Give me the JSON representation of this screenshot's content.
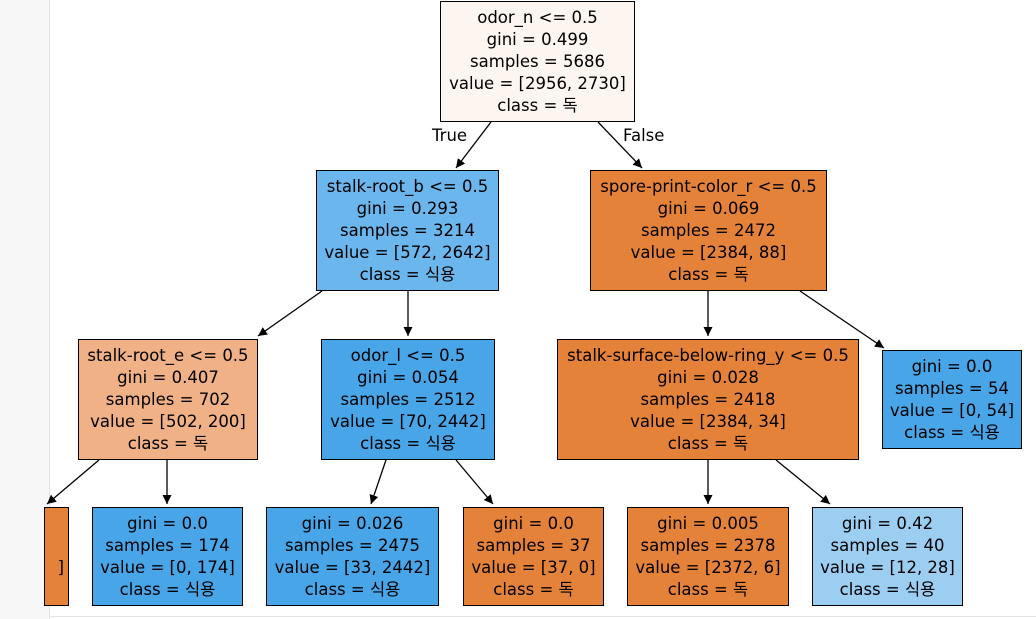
{
  "colors": {
    "strip": "#f7f7f7",
    "orange_dark": "#e5823a",
    "orange_light": "#efb185",
    "orange_pale": "#fdf5ef",
    "blue_dark": "#48a5e7",
    "blue_mid": "#6bb6ec",
    "blue_light": "#9ccef2"
  },
  "edges": {
    "true_label": "True",
    "false_label": "False"
  },
  "tree": {
    "root": {
      "split": "odor_n <= 0.5",
      "gini": "gini = 0.499",
      "samples": "samples = 5686",
      "value": "value = [2956, 2730]",
      "class": "class = 독"
    },
    "n1": {
      "split": "stalk-root_b <= 0.5",
      "gini": "gini = 0.293",
      "samples": "samples = 3214",
      "value": "value = [572, 2642]",
      "class": "class = 식용"
    },
    "n2": {
      "split": "spore-print-color_r <= 0.5",
      "gini": "gini = 0.069",
      "samples": "samples = 2472",
      "value": "value = [2384, 88]",
      "class": "class = 독"
    },
    "n3": {
      "split": "stalk-root_e <= 0.5",
      "gini": "gini = 0.407",
      "samples": "samples = 702",
      "value": "value = [502, 200]",
      "class": "class = 독"
    },
    "n4": {
      "split": "odor_l <= 0.5",
      "gini": "gini = 0.054",
      "samples": "samples = 2512",
      "value": "value = [70, 2442]",
      "class": "class = 식용"
    },
    "n5": {
      "split": "stalk-surface-below-ring_y <= 0.5",
      "gini": "gini = 0.028",
      "samples": "samples = 2418",
      "value": "value = [2384, 34]",
      "class": "class = 독"
    },
    "n6": {
      "gini": "gini = 0.0",
      "samples": "samples = 54",
      "value": "value = [0, 54]",
      "class": "class = 식용"
    },
    "n7": {
      "partial": "]"
    },
    "n8": {
      "gini": "gini = 0.0",
      "samples": "samples = 174",
      "value": "value = [0, 174]",
      "class": "class = 식용"
    },
    "n9": {
      "gini": "gini = 0.026",
      "samples": "samples = 2475",
      "value": "value = [33, 2442]",
      "class": "class = 식용"
    },
    "n10": {
      "gini": "gini = 0.0",
      "samples": "samples = 37",
      "value": "value = [37, 0]",
      "class": "class = 독"
    },
    "n11": {
      "gini": "gini = 0.005",
      "samples": "samples = 2378",
      "value": "value = [2372, 6]",
      "class": "class = 독"
    },
    "n12": {
      "gini": "gini = 0.42",
      "samples": "samples = 40",
      "value": "value = [12, 28]",
      "class": "class = 식용"
    }
  }
}
